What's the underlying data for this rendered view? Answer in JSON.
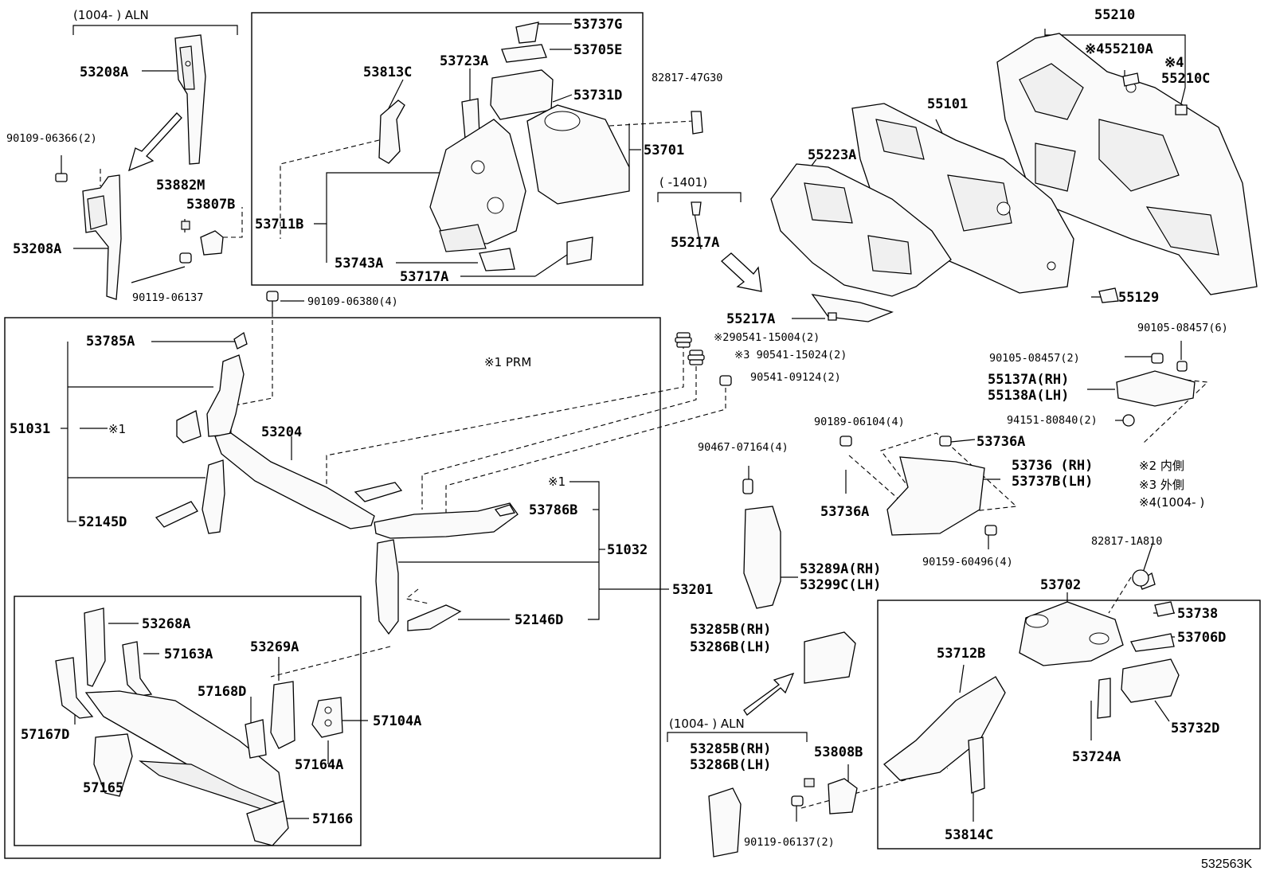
{
  "notes": {
    "aln_top": "(1004-        ) ALN",
    "aln_bottom": "(1004-        ) ALN",
    "range_1401": "(        -1401)",
    "prm": "※1 PRM",
    "ref_id": "532563K",
    "legend_2": "※2  内側",
    "legend_3": "※3  外側",
    "legend_4": "※4(1004-        )",
    "marker_1a": "※1",
    "marker_1b": "※1"
  },
  "labels": {
    "p53208A_top": "53208A",
    "p53208A_bot": "53208A",
    "p90109_06366": "90109-06366(2)",
    "p53882M": "53882M",
    "p53807B": "53807B",
    "p90119_06137": "90119-06137",
    "p53813C": "53813C",
    "p53723A": "53723A",
    "p53737G": "53737G",
    "p53705E": "53705E",
    "p53731D": "53731D",
    "p82817_47G30": "82817-47G30",
    "p53701": "53701",
    "p53711B": "53711B",
    "p53743A": "53743A",
    "p53717A": "53717A",
    "p55217A_a": "55217A",
    "p55217A_b": "55217A",
    "p55210": "55210",
    "p55210A": "※455210A",
    "p55210C_mark": "※4",
    "p55210C": "55210C",
    "p55101": "55101",
    "p55223A": "55223A",
    "p55129": "55129",
    "p90109_06380": "90109-06380(4)",
    "p90541_15004": "※290541-15004(2)",
    "p90541_15024": "※3 90541-15024(2)",
    "p90541_09124": "90541-09124(2)",
    "p90105_08457_6": "90105-08457(6)",
    "p90105_08457_2": "90105-08457(2)",
    "p55137A": "55137A(RH)",
    "p55138A": "55138A(LH)",
    "p94151_80840": "94151-80840(2)",
    "p90189_06104": "90189-06104(4)",
    "p53736A_a": "53736A",
    "p53736A_b": "53736A",
    "p53736": "53736  (RH)",
    "p53737B": "53737B(LH)",
    "p90467_07164": "90467-07164(4)",
    "p90159_60496": "90159-60496(4)",
    "p53785A": "53785A",
    "p51031": "51031",
    "p53204": "53204",
    "p52145D": "52145D",
    "p53786B": "53786B",
    "p51032": "51032",
    "p53201": "53201",
    "p52146D": "52146D",
    "p53268A": "53268A",
    "p57163A": "57163A",
    "p53269A": "53269A",
    "p57168D": "57168D",
    "p57104A": "57104A",
    "p57167D": "57167D",
    "p57164A": "57164A",
    "p57165": "57165",
    "p57166": "57166",
    "p53289A": "53289A(RH)",
    "p53299C": "53299C(LH)",
    "p53285B_a": "53285B(RH)",
    "p53286B_a": "53286B(LH)",
    "p53285B_b": "53285B(RH)",
    "p53286B_b": "53286B(LH)",
    "p53808B": "53808B",
    "p90119_06137_2": "90119-06137(2)",
    "p82817_1A810": "82817-1A810",
    "p53702": "53702",
    "p53738": "53738",
    "p53706D": "53706D",
    "p53712B": "53712B",
    "p53732D": "53732D",
    "p53724A": "53724A",
    "p53814C": "53814C"
  }
}
